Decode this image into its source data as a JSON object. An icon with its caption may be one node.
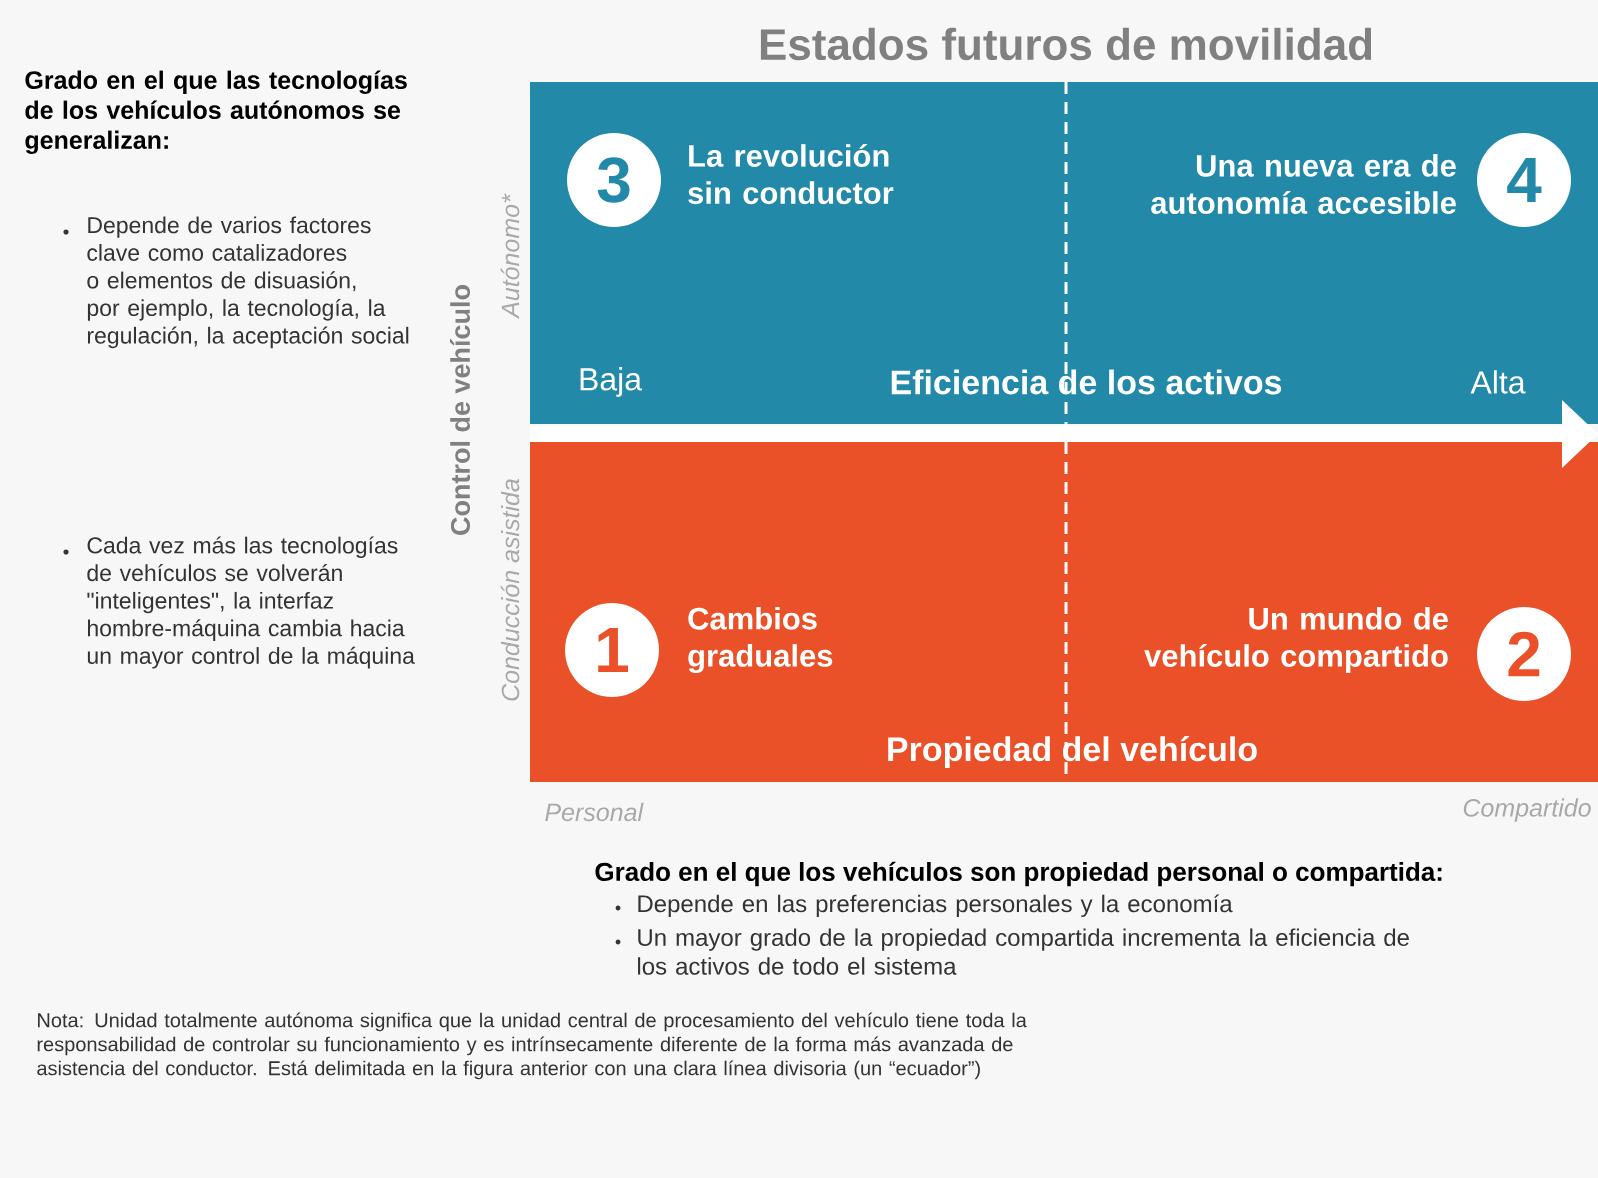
{
  "diagram": {
    "title": "Estados futuros de movilidad",
    "nodes": [
      {
        "text": [
          "Baja",
          "Eficiencia de los activos",
          "Alta"
        ]
      },
      {
        "text": [
          "3"
        ],
        "in": 0,
        "beside": [
          "La revolución sin conductor"
        ]
      },
      {
        "text": [
          "4"
        ],
        "in": 0,
        "beside": [
          "Una nueva era de autonomía accesible"
        ]
      },
      {
        "text": [
          "Propiedad del vehículo"
        ]
      },
      {
        "text": [
          "1"
        ],
        "in": 3,
        "beside": [
          "Cambios graduales"
        ]
      },
      {
        "text": [
          "2"
        ],
        "in": 3,
        "beside": [
          "Un mundo de vehículo compartido"
        ]
      }
    ],
    "labels": [
      "Grado en el que las tecnologías de los vehículos autónomos se generalizan:",
      "Depende de varios factores clave como catalizadores o elementos de disuasión, por ejemplo, la tecnología, la regulación, la aceptación social",
      "Cada vez más las tecnologías de vehículos se volverán \"inteligentes\", la interfaz hombre-máquina cambia hacia un mayor control de la máquina",
      "Control de vehículo",
      "Autónomo*",
      "Conducción asistida",
      "Personal",
      "Compartido",
      "Grado en el que los vehículos son propiedad personal o compartida:",
      "Depende en las preferencias personales y la economía",
      "Un mayor grado de la propiedad compartida incrementa la eficiencia de los activos de todo el sistema",
      "Nota: Unidad totalmente autónoma significa que la unidad central de procesamiento del vehículo tiene toda la responsabilidad de controlar su funcionamiento y es intrínsecamente diferente de la forma más avanzada de asistencia del conductor. Está delimitada en la figura anterior con una clara línea divisoria (un “ecuador”)"
    ]
  }
}
